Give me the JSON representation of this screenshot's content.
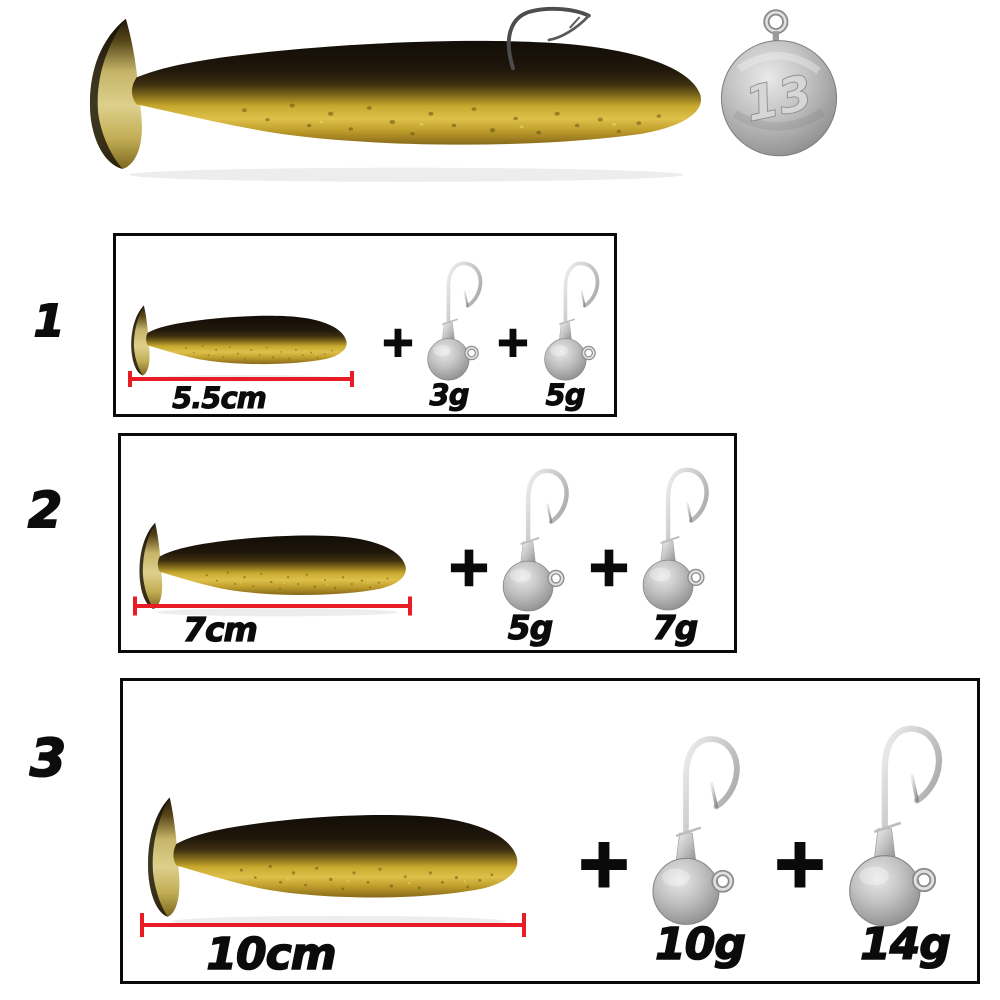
{
  "hero": {
    "weight_stamp": "13"
  },
  "symbols": {
    "plus": "+"
  },
  "rows": [
    {
      "number": "1",
      "length": "5.5cm",
      "jigs": [
        {
          "weight": "3g"
        },
        {
          "weight": "5g"
        }
      ]
    },
    {
      "number": "2",
      "length": "7cm",
      "jigs": [
        {
          "weight": "5g"
        },
        {
          "weight": "7g"
        }
      ]
    },
    {
      "number": "3",
      "length": "10cm",
      "jigs": [
        {
          "weight": "10g"
        },
        {
          "weight": "14g"
        }
      ]
    }
  ],
  "colors": {
    "measure_line": "#e81c24",
    "box_border": "#0a0a0a",
    "background": "#ffffff",
    "text": "#0b0b0b",
    "lure_back": "#20170b",
    "lure_belly": "#d7b93a",
    "metal_light": "#e8e8e8",
    "metal_dark": "#8a8a8a"
  }
}
